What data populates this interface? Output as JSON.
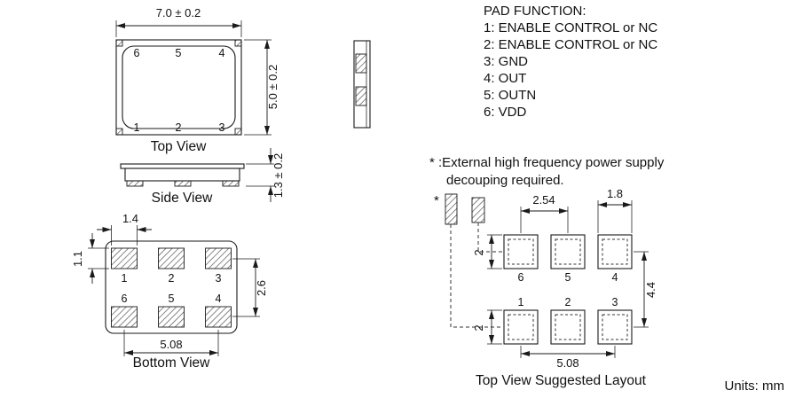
{
  "pad_function": {
    "title": "PAD FUNCTION:",
    "items": [
      "1: ENABLE CONTROL or NC",
      "2: ENABLE CONTROL or NC",
      "3: GND",
      "4: OUT",
      "5: OUTN",
      "6: VDD"
    ]
  },
  "note_line1": "* :External high frequency power supply",
  "note_line2": "decouping required.",
  "units": "Units: mm",
  "top_view": {
    "label": "Top View",
    "dim_width": "7.0 ± 0.2",
    "dim_height": "5.0 ± 0.2",
    "pins_top": [
      "6",
      "5",
      "4"
    ],
    "pins_bottom": [
      "1",
      "2",
      "3"
    ]
  },
  "side_view": {
    "label": "Side View",
    "dim_height": "1.3 ± 0.2"
  },
  "bottom_view": {
    "label": "Bottom View",
    "dim_pad_width": "1.4",
    "dim_pad_height": "1.1",
    "dim_row_gap": "2.6",
    "dim_pitch": "5.08",
    "pins_row1": [
      "1",
      "2",
      "3"
    ],
    "pins_row2": [
      "6",
      "5",
      "4"
    ]
  },
  "layout": {
    "label": "Top View Suggested Layout",
    "asterisk": "*",
    "dim_pitch": "2.54",
    "dim_pad_width": "1.8",
    "dim_pad_height_top": "2",
    "dim_pad_height_bottom": "2",
    "dim_row_span": "4.4",
    "dim_bottom_pitch": "5.08",
    "pins_row1": [
      "6",
      "5",
      "4"
    ],
    "pins_row2": [
      "1",
      "2",
      "3"
    ]
  }
}
